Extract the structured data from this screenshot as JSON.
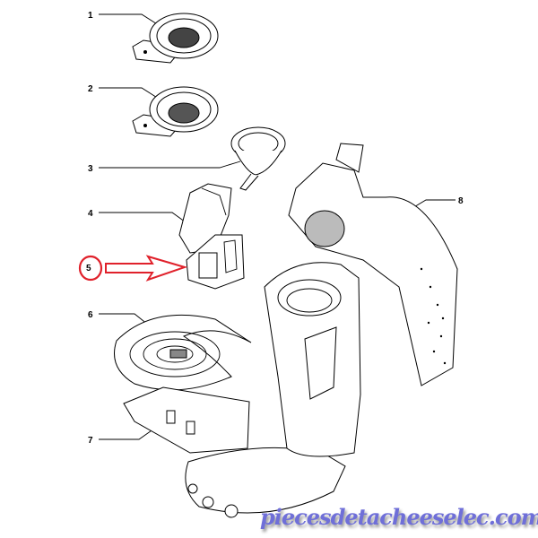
{
  "labels": {
    "p1": "1",
    "p2": "2",
    "p3": "3",
    "p4": "4",
    "p5": "5",
    "p6": "6",
    "p7": "7",
    "p8": "8"
  },
  "watermark": "piecesdetacheeselec.com",
  "colors": {
    "highlight": "#e0212b",
    "watermark": "#6f6fd8"
  }
}
